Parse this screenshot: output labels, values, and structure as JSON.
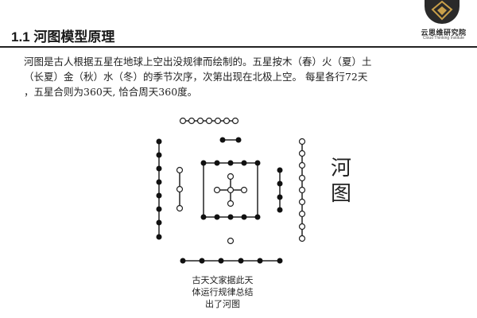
{
  "header": {
    "title": "1.1 河图模型原理",
    "logo_name": "云思维研究院",
    "logo_sub": "Cloud Thinking Institute"
  },
  "body": {
    "lines": [
      "河图是古人根据五星在地球上空出没规律而绘制的。五星按木（春）火（夏）土",
      "（长夏）金（秋）水（冬）的季节次序，次第出现在北极上空。 每星各行72天",
      "，五星合则为360天, 恰合周天360度。"
    ]
  },
  "diagram": {
    "side_label": [
      "河",
      "图"
    ],
    "caption": [
      "古天文家据此天",
      "体运行规律总结",
      "出了河图"
    ]
  },
  "colors": {
    "filled_dot": "#111111",
    "open_dot": "#ffffff",
    "stroke": "#222222"
  }
}
